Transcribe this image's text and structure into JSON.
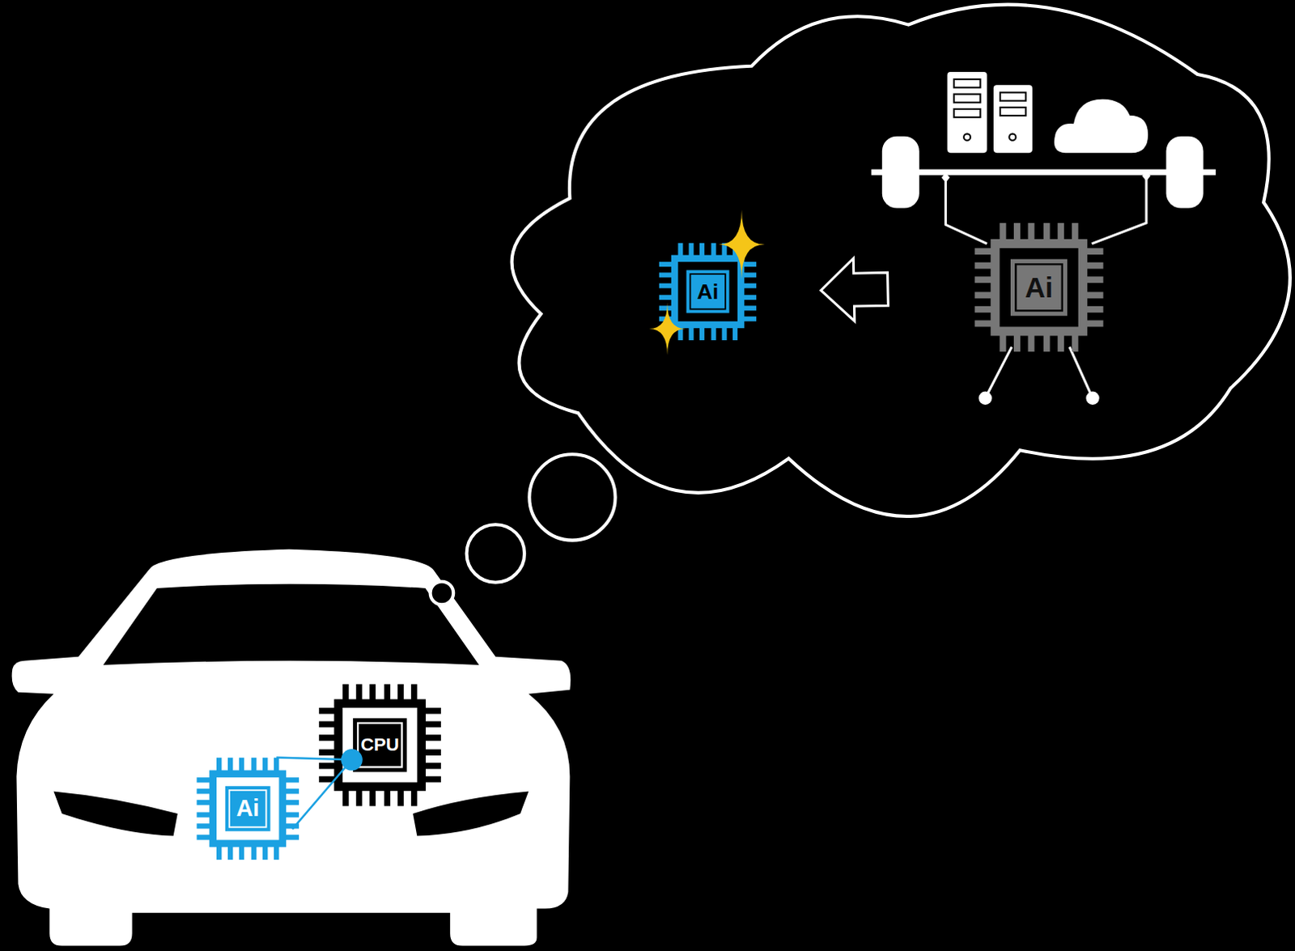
{
  "diagram": {
    "nodes": [
      {
        "text": [
          "Ai"
        ]
      },
      {
        "text": [
          "Ai"
        ]
      },
      {
        "text": [
          "CPU"
        ]
      },
      {
        "text": [
          "Ai"
        ]
      }
    ],
    "edges": [
      {
        "from": 1,
        "to": 0,
        "arrow": "to"
      },
      {
        "from": 3,
        "to": 2,
        "arrow": "none"
      }
    ]
  }
}
